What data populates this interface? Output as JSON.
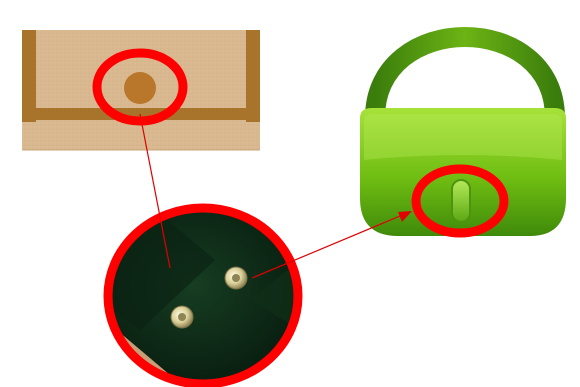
{
  "colors": {
    "background": "#ffffff",
    "highlight_ring": "#ff0000",
    "wallet_body": "#d9b890",
    "wallet_edge": "#a8732b",
    "wallet_button": "#b8772b",
    "bag_green_light": "#8fd11a",
    "bag_green_dark": "#3f8a0a",
    "fabric_dark_green": "#0d2a15",
    "magnet_snap_metal": "#d8d0a0"
  },
  "icons": {
    "wallet": "wallet-icon",
    "handbag": "handbag-icon",
    "closeup": "magnetic-snap-closeup",
    "highlight": "highlight-circle",
    "pointer": "pointer-arrow"
  }
}
